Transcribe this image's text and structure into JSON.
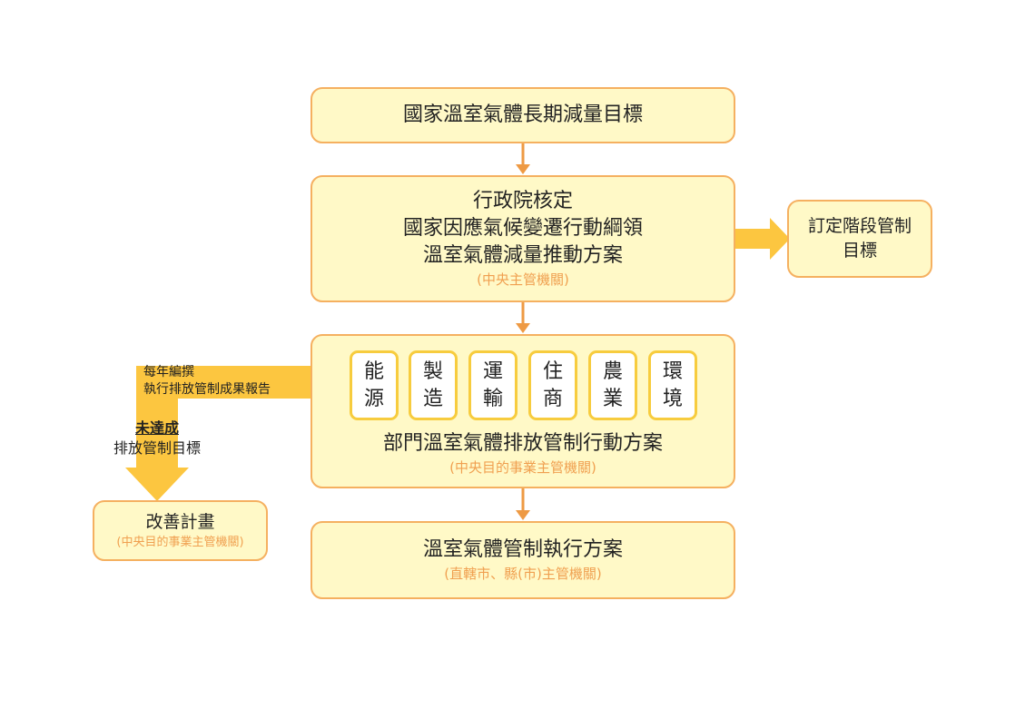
{
  "top_box": {
    "text": "國家溫室氣體長期減量目標"
  },
  "exec_box": {
    "line1": "行政院核定",
    "line2": "國家因應氣候變遷行動綱領",
    "line3": "溫室氣體減量推動方案",
    "agency": "(中央主管機關)"
  },
  "target_box": {
    "line1": "訂定階段管制",
    "line2": "目標"
  },
  "sector_box": {
    "sectors": [
      {
        "top": "能",
        "bottom": "源"
      },
      {
        "top": "製",
        "bottom": "造"
      },
      {
        "top": "運",
        "bottom": "輸"
      },
      {
        "top": "住",
        "bottom": "商"
      },
      {
        "top": "農",
        "bottom": "業"
      },
      {
        "top": "環",
        "bottom": "境"
      }
    ],
    "title": "部門溫室氣體排放管制行動方案",
    "agency": "(中央目的事業主管機關)"
  },
  "bottom_box": {
    "title": "溫室氣體管制執行方案",
    "agency": "(直轄市、縣(市)主管機關)"
  },
  "improve_box": {
    "title": "改善計畫",
    "agency": "(中央目的事業主管機關)"
  },
  "report_label": {
    "line1": "每年編撰",
    "line2": "執行排放管制成果報告"
  },
  "fail_label": {
    "line1": "未達成",
    "line2": "排放管制目標"
  },
  "colors": {
    "box_fill": "#fff9c7",
    "box_border": "#f5b060",
    "sector_border": "#f7cc3e",
    "arrow_thin": "#ee9a44",
    "arrow_thick": "#fcc640",
    "agency_text": "#f0a050"
  }
}
